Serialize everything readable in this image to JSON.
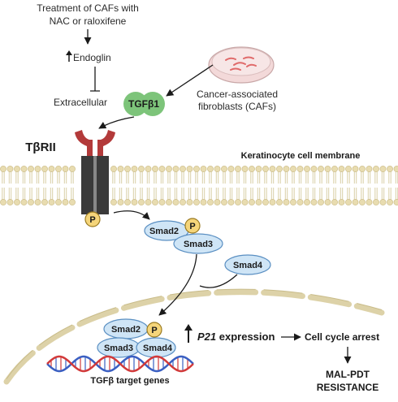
{
  "labels": {
    "treatment_line1": "Treatment of CAFs with",
    "treatment_line2": "NAC or raloxifene",
    "endoglin": "Endoglin",
    "extracellular": "Extracellular",
    "tgfb1": "TGFβ1",
    "caf_line1": "Cancer-associated",
    "caf_line2": "fibroblasts (CAFs)",
    "receptor": "TβRII",
    "membrane": "Keratinocyte cell membrane",
    "p21_gene": "P21",
    "p21_suffix": " expression",
    "cell_cycle": "Cell cycle arrest",
    "resistance_line1": "MAL-PDT",
    "resistance_line2": "RESISTANCE",
    "target_genes": "TGFβ target genes"
  },
  "smads": {
    "smad2": "Smad2",
    "smad3": "Smad3",
    "smad4": "Smad4",
    "phospho": "P"
  },
  "colors": {
    "tgfb1": "#7dc47a",
    "receptor_outer": "#b33a3a",
    "receptor_inner": "#3a3a3a",
    "membrane_head": "#e8dcb0",
    "nucleus": "#ddd2a8",
    "dna_red": "#d23a3a",
    "dna_blue": "#3a5fc2",
    "smad_fill": "#cfe5f6",
    "phospho_fill": "#f5d57a"
  },
  "icons": [
    "up-arrow-icon",
    "petri-dish-icon",
    "dna-helix-icon"
  ]
}
